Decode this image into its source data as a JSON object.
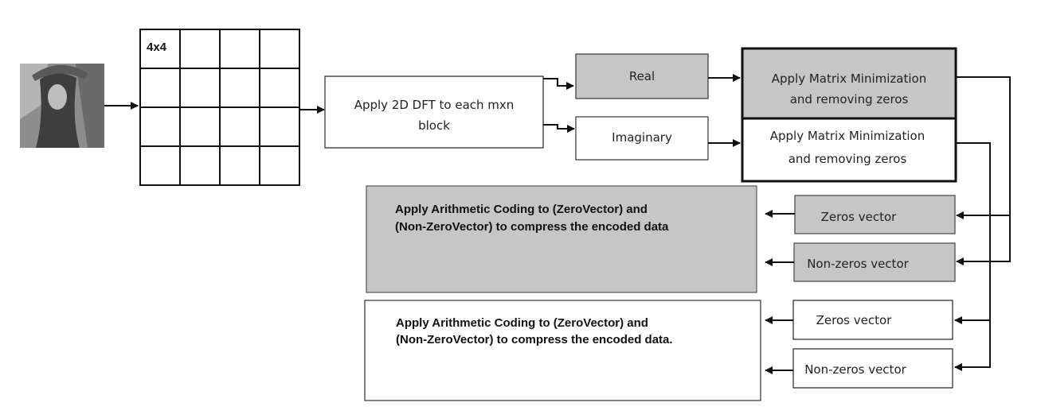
{
  "colors": {
    "shaded_fill": "#c6c6c6",
    "plain_fill": "#ffffff",
    "line": "#111111"
  },
  "image": {
    "icon": "portrait-photo-icon"
  },
  "grid": {
    "label": "4x4"
  },
  "steps": {
    "dft": [
      "Apply 2D DFT to each mxn",
      "block"
    ],
    "real": "Real",
    "imaginary": "Imaginary",
    "minimize_real": [
      "Apply Matrix Minimization",
      "and removing zeros"
    ],
    "minimize_imag": [
      "Apply Matrix Minimization",
      "and removing zeros"
    ]
  },
  "outputs": {
    "real_zeros": "Zeros vector",
    "real_nonzeros": "Non-zeros vector",
    "imag_zeros": "Zeros vector",
    "imag_nonzeros": "Non-zeros vector"
  },
  "coding": {
    "real": [
      "Apply Arithmetic Coding to (ZeroVector) and",
      "(Non-ZeroVector) to compress the encoded data"
    ],
    "imag": [
      "Apply Arithmetic Coding to (ZeroVector) and",
      "(Non-ZeroVector) to compress the encoded data."
    ]
  }
}
